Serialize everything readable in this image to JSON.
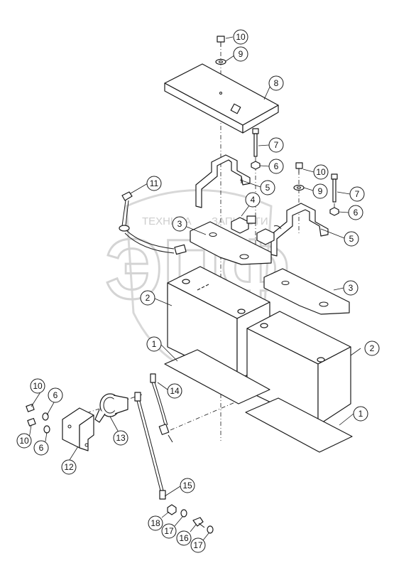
{
  "watermark": {
    "text_left": "ТЕХНИКА",
    "text_right": "ЗАПЧАСТИ",
    "logo_letters": "ЭПФ",
    "color": "#d0d0d0"
  },
  "callouts": [
    "10",
    "9",
    "8",
    "7",
    "6",
    "10",
    "9",
    "7",
    "6",
    "5",
    "5",
    "11",
    "4",
    "3",
    "3",
    "2",
    "2",
    "1",
    "1",
    "10",
    "6",
    "10",
    "6",
    "12",
    "13",
    "14",
    "15",
    "18",
    "17",
    "16",
    "17"
  ]
}
